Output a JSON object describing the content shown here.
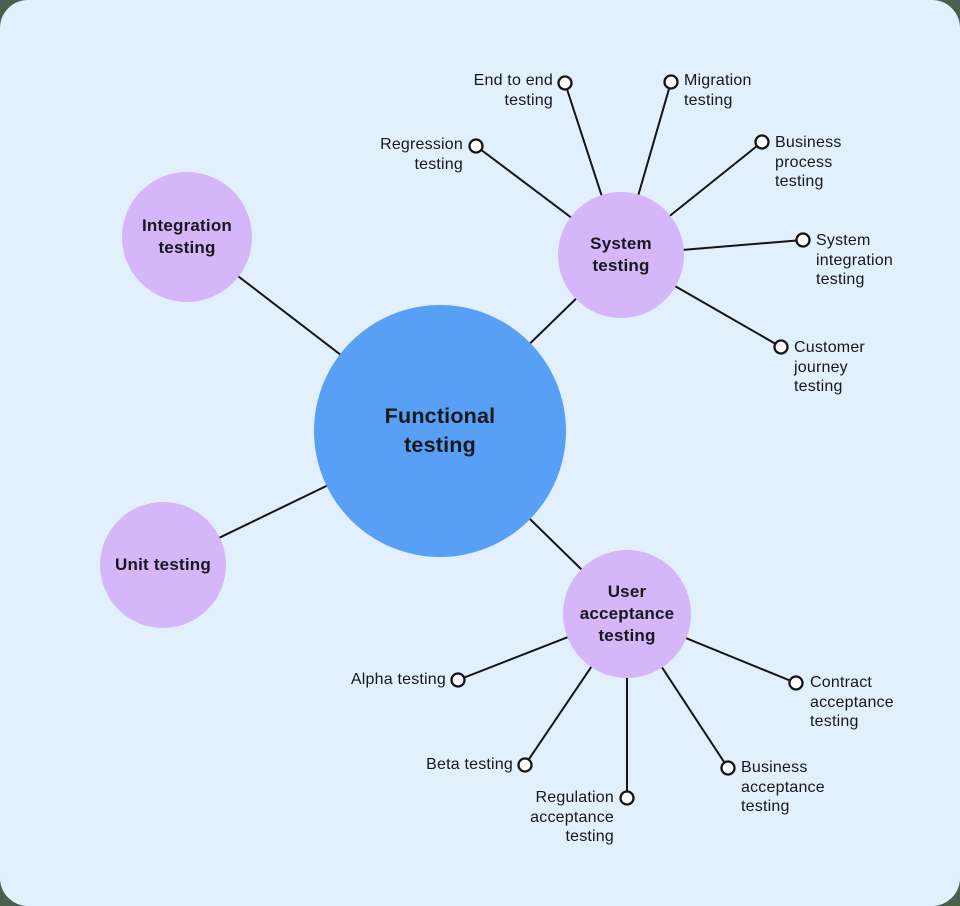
{
  "colors": {
    "page_background": "#4A5F4C",
    "canvas_background": "#E2EFFC",
    "root_node_fill": "#58A0F6",
    "branch_node_fill": "#D5B6F9",
    "connector_line": "#141414",
    "marker_fill": "#FFFFFF",
    "text": "#17171C"
  },
  "diagram": {
    "type": "mindmap",
    "root": {
      "label": "Functional\ntesting"
    },
    "branches": [
      {
        "label": "Integration\ntesting",
        "children": []
      },
      {
        "label": "System\ntesting",
        "children": [
          {
            "label": "Regression\ntesting"
          },
          {
            "label": "End to end\ntesting"
          },
          {
            "label": "Migration\ntesting"
          },
          {
            "label": "Business\nprocess\ntesting"
          },
          {
            "label": "System\nintegration\ntesting"
          },
          {
            "label": "Customer\njourney\ntesting"
          }
        ]
      },
      {
        "label": "Unit testing",
        "children": []
      },
      {
        "label": "User\nacceptance\ntesting",
        "children": [
          {
            "label": "Alpha testing"
          },
          {
            "label": "Beta testing"
          },
          {
            "label": "Regulation\nacceptance\ntesting"
          },
          {
            "label": "Business\nacceptance\ntesting"
          },
          {
            "label": "Contract\nacceptance\ntesting"
          }
        ]
      }
    ]
  }
}
